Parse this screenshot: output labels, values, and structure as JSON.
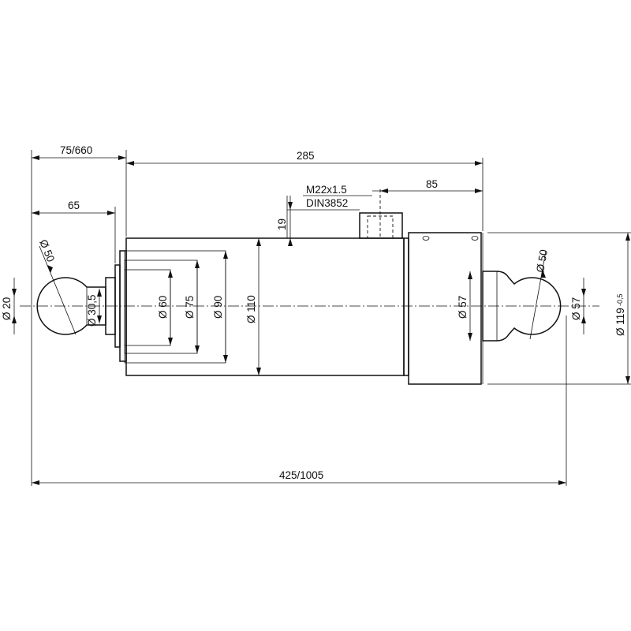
{
  "dimensions": {
    "stroke_total": "75/660",
    "body_length": "285",
    "port_offset": "85",
    "port_thread": "M22x1.5",
    "port_standard": "DIN3852",
    "port_height": "19",
    "rod_length": "65",
    "ball_left": "Ø 50",
    "pin_left": "Ø 20",
    "neck_left": "Ø 30,5",
    "rod_dia": "Ø 60",
    "gland_dia_75": "Ø 75",
    "gland_dia_90": "Ø 90",
    "tube_dia": "Ø 110",
    "bottom_neck": "Ø 57",
    "ball_right": "Ø 50",
    "pin_right": "Ø 57",
    "flange_dia": "Ø 119",
    "flange_tol": "-0,5",
    "overall_length": "425/1005"
  }
}
